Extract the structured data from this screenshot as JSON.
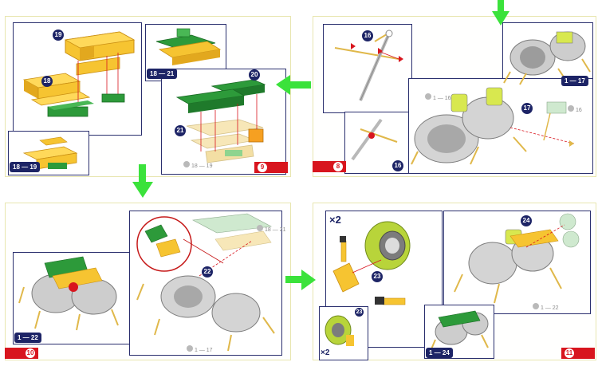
{
  "pages": [
    {
      "id": "page-8",
      "number": "8"
    },
    {
      "id": "page-9",
      "number": "9"
    },
    {
      "id": "page-10",
      "number": "10"
    },
    {
      "id": "page-11",
      "number": "11"
    }
  ],
  "steps": {
    "s16": "16",
    "s17": "17",
    "s18": "18",
    "s19": "19",
    "s20": "20",
    "s21": "21",
    "s22": "22",
    "s23": "23",
    "s24": "24"
  },
  "ranges": {
    "r1_17": "1 — 17",
    "r18_21": "18 — 21",
    "r18_19": "18 — 19",
    "r1_22": "1 — 22",
    "r1_24": "1 — 24",
    "g1_16": "1 — 16",
    "g16": "16",
    "g18_19": "18 — 19",
    "g18_21": "18 — 21",
    "g1_17": "1 — 17",
    "g1_22": "1 — 22",
    "b16": "16"
  },
  "quantity": {
    "top": "×2",
    "bottom": "×2"
  },
  "colors": {
    "arrow": "#3be23b",
    "page_tab": "#d8151e",
    "badge": "#1d2466",
    "brick_yellow": "#f6c431",
    "brick_green": "#2d9a3a",
    "wheel": "#b8d43a"
  }
}
